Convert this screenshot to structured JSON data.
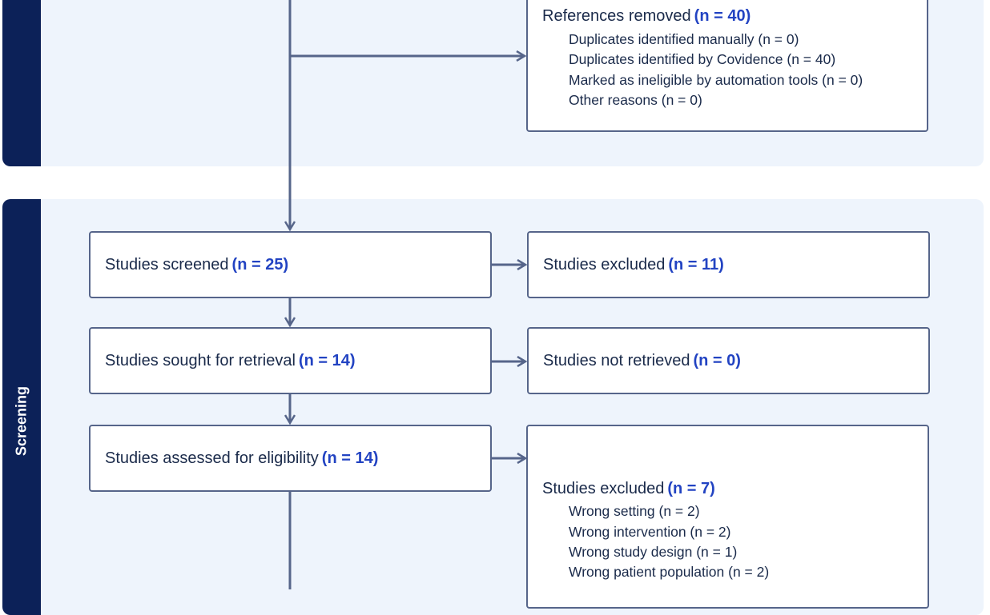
{
  "panels": {
    "screening_label": "Screening"
  },
  "references_removed": {
    "label": "References removed",
    "count": "(n = 40)",
    "reasons": [
      "Duplicates identified manually (n = 0)",
      "Duplicates identified by Covidence (n = 40)",
      "Marked as ineligible by automation tools (n = 0)",
      "Other reasons (n = 0)"
    ]
  },
  "studies_screened": {
    "label": "Studies screened",
    "count": "(n = 25)"
  },
  "studies_excluded_screening": {
    "label": "Studies excluded",
    "count": "(n = 11)"
  },
  "studies_sought": {
    "label": "Studies sought for retrieval",
    "count": "(n = 14)"
  },
  "studies_not_retrieved": {
    "label": "Studies not retrieved",
    "count": "(n = 0)"
  },
  "studies_assessed": {
    "label": "Studies assessed for eligibility",
    "count": "(n = 14)"
  },
  "studies_excluded_eligibility": {
    "label": "Studies excluded",
    "count": "(n = 7)",
    "reasons": [
      "Wrong setting (n = 2)",
      "Wrong intervention (n = 2)",
      "Wrong study design (n = 1)",
      "Wrong patient population (n = 2)"
    ]
  },
  "colors": {
    "rail": "#0c2158",
    "panel": "#eef4fc",
    "border": "#56658a",
    "count": "#2243c2"
  }
}
